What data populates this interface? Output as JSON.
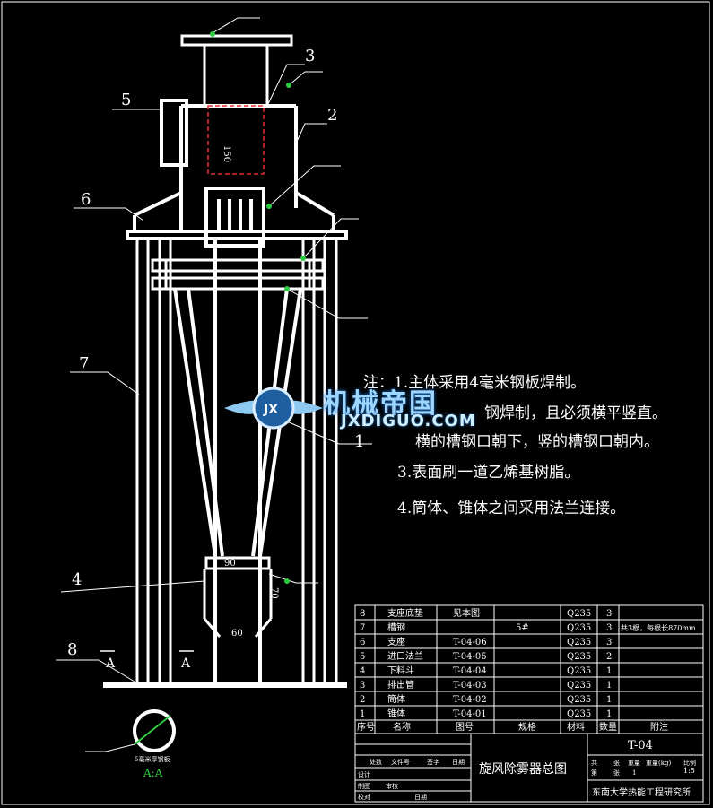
{
  "part_numbers": [
    "5",
    "3",
    "2",
    "6",
    "7",
    "1",
    "4",
    "8"
  ],
  "section_marks": {
    "left": "A",
    "right": "A",
    "section_label": "A:A",
    "section_note": "5毫米厚钢板"
  },
  "dimensions": {
    "d150": "150",
    "d60": "60",
    "d90": "90",
    "d70": "70"
  },
  "notes": {
    "n1": "注：1.主体采用4毫米钢板焊制。",
    "n2": "钢焊制，且必须横平竖直。",
    "n2b": "横的槽钢口朝下，竖的槽钢口朝内。",
    "n3": "3.表面刷一道乙烯基树脂。",
    "n4": "4.筒体、锥体之间采用法兰连接。"
  },
  "watermark": {
    "cn": "机械帝国",
    "url": "JXDIGUO.COM",
    "badge": "JX"
  },
  "bom": {
    "rows": [
      [
        "8",
        "支座底垫",
        "见本图",
        "",
        "Q235",
        "3",
        ""
      ],
      [
        "7",
        "槽钢",
        "",
        "5#",
        "Q235",
        "3",
        "共3根，每根长870mm"
      ],
      [
        "6",
        "支座",
        "T-04-06",
        "",
        "Q235",
        "3",
        ""
      ],
      [
        "5",
        "进口法兰",
        "T-04-05",
        "",
        "Q235",
        "2",
        ""
      ],
      [
        "4",
        "下料斗",
        "T-04-04",
        "",
        "Q235",
        "1",
        ""
      ],
      [
        "3",
        "排出管",
        "T-04-03",
        "",
        "Q235",
        "1",
        ""
      ],
      [
        "2",
        "筒体",
        "T-04-02",
        "",
        "Q235",
        "1",
        ""
      ],
      [
        "1",
        "锥体",
        "T-04-01",
        "",
        "Q235",
        "1",
        ""
      ]
    ],
    "header": [
      "序号",
      "名称",
      "图号",
      "规格",
      "材料",
      "数量",
      "附注"
    ]
  },
  "title_block": {
    "drawing_no": "T-04",
    "title": "旋风除雾器总图",
    "org": "东南大学热能工程研究所",
    "scale": "1:5",
    "sheet_labels": [
      "共",
      "张",
      "重量",
      "重量(kg)",
      "比例"
    ],
    "sheet_values": [
      "第",
      "张",
      "1"
    ],
    "sign_labels": [
      "处数",
      "文件号",
      "签字",
      "日期"
    ],
    "role_labels": [
      "设计",
      "制图",
      "审核",
      "校对",
      "日期"
    ]
  }
}
